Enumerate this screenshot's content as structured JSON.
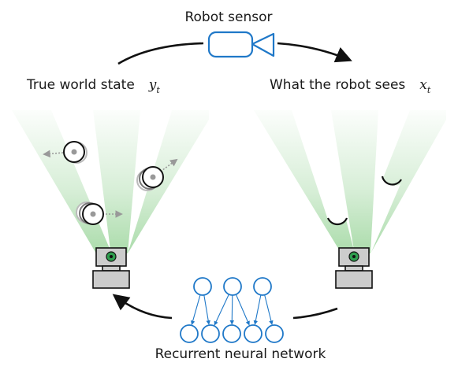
{
  "labels": {
    "sensor": "Robot sensor",
    "true_state": "True world state",
    "true_state_var": "y",
    "true_state_sub": "t",
    "robot_sees": "What the robot sees",
    "robot_sees_var": "x",
    "robot_sees_sub": "t",
    "network": "Recurrent neural network"
  },
  "network": {
    "layers": [
      3,
      5
    ]
  },
  "colors": {
    "beam": "#8fd08f",
    "network": "#1f78c8",
    "robot_body": "#cccccc",
    "robot_eye": "#2e9e4e",
    "arrow": "#111111",
    "trail": "#999999"
  },
  "icons": [
    "camera-icon",
    "robot-icon",
    "ball-icon"
  ]
}
